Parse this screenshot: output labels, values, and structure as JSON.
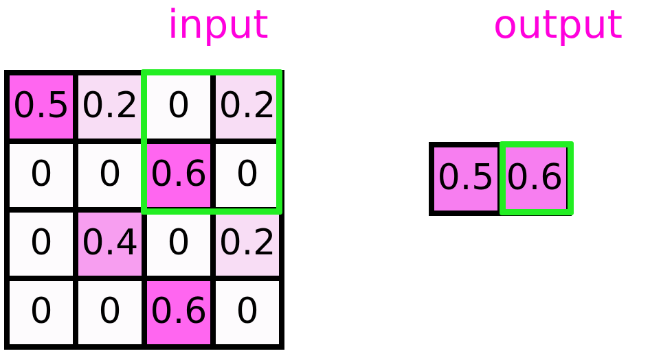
{
  "labels": {
    "input_title": "input",
    "output_title": "output"
  },
  "colors": {
    "title": "#ff00dd",
    "highlight": "#22ee22",
    "grid_line": "#000000",
    "zero": "#fdfbfd",
    "low": "#f8ddf5",
    "mid": "#f79ef0",
    "high": "#ff66f0",
    "out": "#f77ef0"
  },
  "input": {
    "rows": 4,
    "cols": 4,
    "cells": [
      {
        "value": "0.5",
        "shade": "high"
      },
      {
        "value": "0.2",
        "shade": "low"
      },
      {
        "value": "0",
        "shade": "zero"
      },
      {
        "value": "0.2",
        "shade": "low"
      },
      {
        "value": "0",
        "shade": "zero"
      },
      {
        "value": "0",
        "shade": "zero"
      },
      {
        "value": "0.6",
        "shade": "high"
      },
      {
        "value": "0",
        "shade": "zero"
      },
      {
        "value": "0",
        "shade": "zero"
      },
      {
        "value": "0.4",
        "shade": "mid"
      },
      {
        "value": "0",
        "shade": "zero"
      },
      {
        "value": "0.2",
        "shade": "low"
      },
      {
        "value": "0",
        "shade": "zero"
      },
      {
        "value": "0",
        "shade": "zero"
      },
      {
        "value": "0.6",
        "shade": "high"
      },
      {
        "value": "0",
        "shade": "zero"
      }
    ],
    "highlight": {
      "row_start": 1,
      "row_end": 2,
      "col_start": 3,
      "col_end": 4
    }
  },
  "output": {
    "rows": 1,
    "cols": 2,
    "cells": [
      {
        "value": "0.5",
        "shade": "out"
      },
      {
        "value": "0.6",
        "shade": "out"
      }
    ],
    "highlight": {
      "row_start": 1,
      "row_end": 1,
      "col_start": 2,
      "col_end": 2
    }
  },
  "chart_data": {
    "type": "heatmap",
    "title": "",
    "panels": [
      {
        "name": "input",
        "rows": 4,
        "cols": 4,
        "values": [
          [
            0.5,
            0.2,
            0.0,
            0.2
          ],
          [
            0.0,
            0.0,
            0.6,
            0.0
          ],
          [
            0.0,
            0.4,
            0.0,
            0.2
          ],
          [
            0.0,
            0.0,
            0.6,
            0.0
          ]
        ],
        "annotations": [
          "green box over rows 1-2, cols 3-4"
        ]
      },
      {
        "name": "output",
        "rows": 1,
        "cols": 2,
        "values": [
          [
            0.5,
            0.6
          ]
        ],
        "annotations": [
          "green box over row 1, col 2"
        ]
      }
    ],
    "colormap": "white-to-magenta",
    "vmin": 0,
    "vmax": 0.6,
    "grid": true,
    "legend": "none"
  }
}
